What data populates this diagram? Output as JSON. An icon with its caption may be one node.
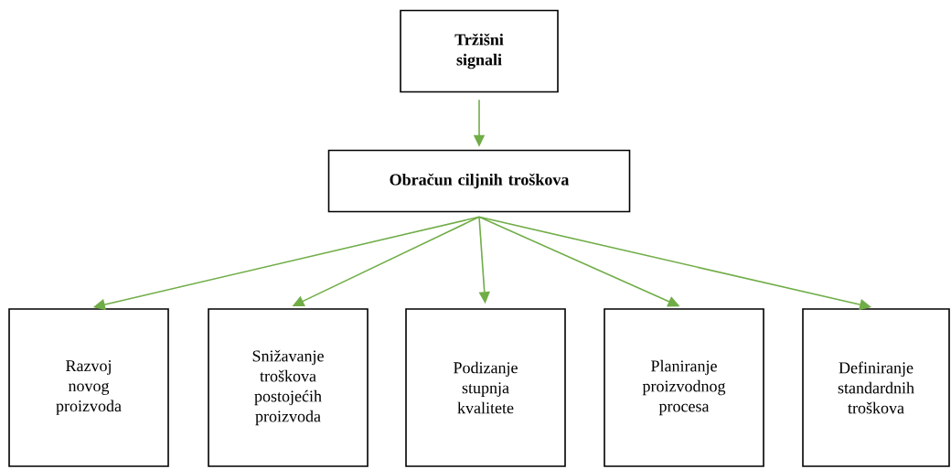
{
  "diagram": {
    "nodes": [
      {
        "text": [
          "Tržišni signali"
        ]
      },
      {
        "text": [
          "Obračun ciljnih troškova"
        ]
      },
      {
        "text": [
          "Razvoj novog proizvoda"
        ]
      },
      {
        "text": [
          "Snižavanje troškova postojećih proizvoda"
        ]
      },
      {
        "text": [
          "Podizanje stupnja kvalitete"
        ]
      },
      {
        "text": [
          "Planiranje proizvodnog procesa"
        ]
      },
      {
        "text": [
          "Definiranje standardnih troškova"
        ]
      }
    ],
    "edges": [
      {
        "from": 0,
        "to": 1,
        "arrow": "to"
      },
      {
        "from": 1,
        "to": 2,
        "arrow": "to"
      },
      {
        "from": 1,
        "to": 3,
        "arrow": "to"
      },
      {
        "from": 1,
        "to": 4,
        "arrow": "to"
      },
      {
        "from": 1,
        "to": 5,
        "arrow": "to"
      },
      {
        "from": 1,
        "to": 6,
        "arrow": "to"
      }
    ]
  }
}
